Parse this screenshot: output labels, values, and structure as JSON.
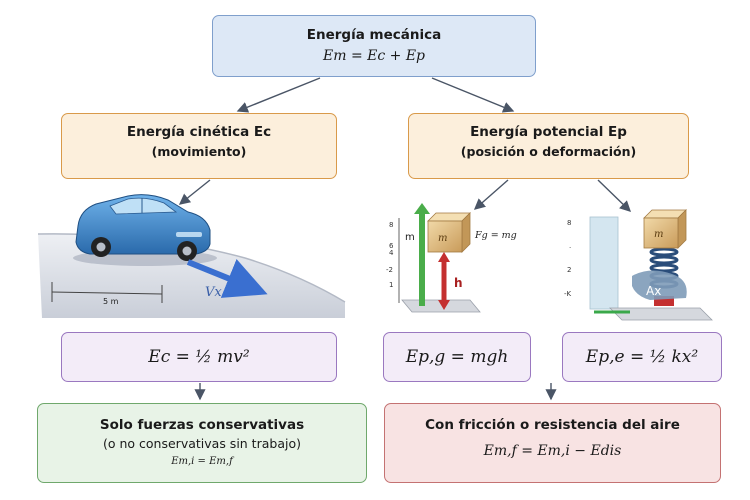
{
  "top": {
    "title": "Energía mecánica",
    "formula": "Em = Ec + Ep"
  },
  "kinetic": {
    "title": "Energía cinética Ec",
    "subtitle": "(movimiento)",
    "formula": "Ec = ½ mv²"
  },
  "potential": {
    "title": "Energía potencial Ep",
    "subtitle": "(posición o deformación)"
  },
  "gravitational": {
    "formula": "Ep,g = mgh"
  },
  "elastic": {
    "formula": "Ep,e = ½ kx²"
  },
  "conservative": {
    "title": "Solo fuerzas conservativas",
    "subtitle": "(o no conservativas sin trabajo)",
    "formula": "Em,i = Em,f"
  },
  "friction": {
    "title": "Con fricción o resistencia del aire",
    "formula": "Em,f = Em,i − Edis"
  },
  "car_scene": {
    "distance_label": "5 m",
    "velocity_label": "Vx"
  },
  "gravity_scene": {
    "mass_label": "m",
    "block_label": "m",
    "force_label": "Fg = mg",
    "height_label": "h",
    "ticks": [
      "8",
      "6",
      "4",
      "-2",
      "1"
    ]
  },
  "spring_scene": {
    "block_label": "m",
    "displacement_label": "Ax",
    "ticks": [
      "8",
      "·",
      "2",
      "-K"
    ]
  },
  "colors": {
    "top_fill": "#dde8f6",
    "orange_fill": "#fcefdc",
    "purple_fill": "#f3ecf8",
    "green_fill": "#e8f3e7",
    "red_fill": "#f8e3e3",
    "car": "#3d86c9"
  }
}
